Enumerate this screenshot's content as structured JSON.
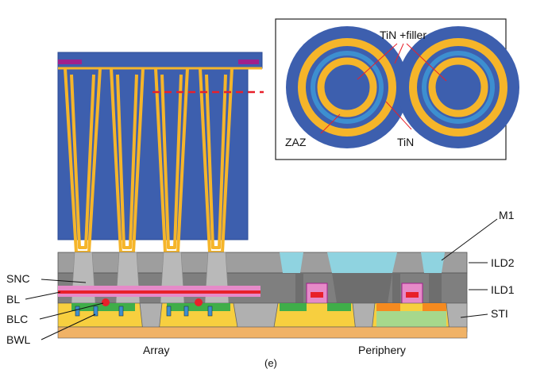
{
  "figure": {
    "panel_label": "(e)",
    "left_labels": {
      "snc": "SNC",
      "bl": "BL",
      "blc": "BLC",
      "bwl": "BWL"
    },
    "right_labels": {
      "m1": "M1",
      "ild2": "ILD2",
      "ild1": "ILD1",
      "sti": "STI"
    },
    "region_labels": {
      "array": "Array",
      "periphery": "Periphery"
    },
    "inset": {
      "tin_filler": "TiN +filler",
      "zaz": "ZAZ",
      "tin": "TiN"
    }
  },
  "colors": {
    "capacitor_blue": "#3d5fae",
    "zaz_yellow": "#f5b52a",
    "ild_gray": "#9e9e9e",
    "ild_dark": "#7a7a7a",
    "m1_cyan": "#8fd3e0",
    "bitline_pink": "#e68ac8",
    "bitline_red": "#e8202a",
    "active_green": "#3fae49",
    "substrate_yellow": "#f7cf3f",
    "base_orange": "#f0b266",
    "periph_orange": "#f58a1f",
    "periph_lightgreen": "#a6d88c",
    "magenta_cap": "#a0208c",
    "dashed_red": "#e8202a"
  }
}
